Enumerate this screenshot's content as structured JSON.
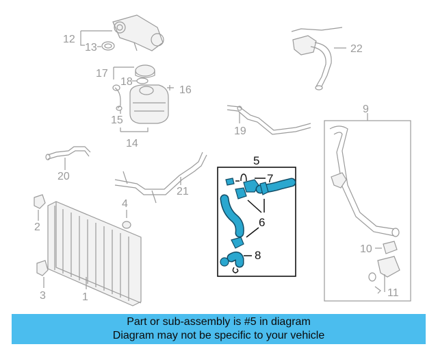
{
  "callouts": {
    "c1": "1",
    "c2": "2",
    "c3": "3",
    "c4": "4",
    "c5": "5",
    "c6": "6",
    "c7": "7",
    "c8": "8",
    "c9": "9",
    "c10": "10",
    "c11": "11",
    "c12": "12",
    "c13": "13",
    "c14": "14",
    "c15": "15",
    "c16": "16",
    "c17": "17",
    "c18": "18",
    "c19": "19",
    "c20": "20",
    "c21": "21",
    "c22": "22"
  },
  "highlight_color": "#2aa7cf",
  "footer": {
    "line1": "Part or sub-assembly is #5 in diagram",
    "line2": "Diagram may not be specific to your vehicle",
    "background": "#4bbdee"
  }
}
